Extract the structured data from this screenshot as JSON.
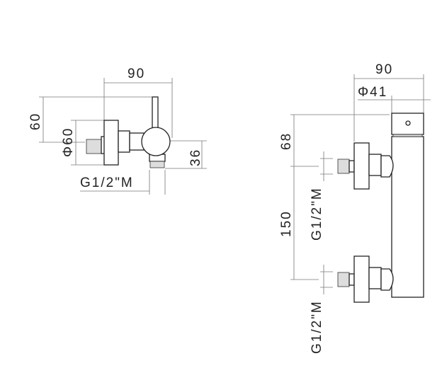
{
  "left_view": {
    "width": "90",
    "height": "60",
    "flange_diameter": "Φ60",
    "outlet_height": "36",
    "thread": "G1/2\"M"
  },
  "right_view": {
    "width": "90",
    "body_diameter": "Φ41",
    "top_offset": "68",
    "centre_distance": "150",
    "thread_upper": "G1/2\"M",
    "thread_lower": "G1/2\"M"
  }
}
